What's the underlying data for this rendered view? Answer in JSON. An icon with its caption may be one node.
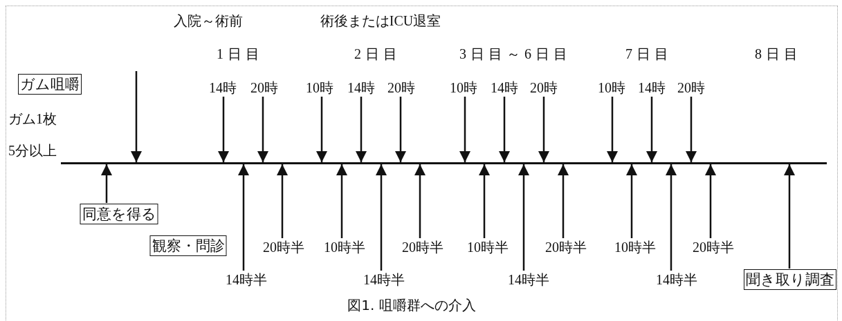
{
  "diagram": {
    "caption": "図1. 咀嚼群への介入",
    "nodes": [
      {
        "text": [
          "ガム咀嚼"
        ]
      },
      {
        "text": [],
        "shape": "line"
      },
      {
        "text": [
          "14時"
        ]
      },
      {
        "text": [
          "20時"
        ]
      },
      {
        "text": [
          "10時"
        ]
      },
      {
        "text": [
          "14時"
        ]
      },
      {
        "text": [
          "20時"
        ]
      },
      {
        "text": [
          "10時"
        ]
      },
      {
        "text": [
          "14時"
        ]
      },
      {
        "text": [
          "20時"
        ]
      },
      {
        "text": [
          "10時"
        ]
      },
      {
        "text": [
          "14時"
        ]
      },
      {
        "text": [
          "20時"
        ]
      },
      {
        "text": [
          "同意を得る"
        ]
      },
      {
        "text": [
          "20時半"
        ]
      },
      {
        "text": [
          "10時半"
        ]
      },
      {
        "text": [
          "20時半"
        ]
      },
      {
        "text": [
          "10時半"
        ]
      },
      {
        "text": [
          "20時半"
        ]
      },
      {
        "text": [
          "10時半"
        ]
      },
      {
        "text": [
          "20時半"
        ]
      },
      {
        "text": [
          "観察・問診"
        ]
      },
      {
        "text": [
          "14時半"
        ]
      },
      {
        "text": [
          "14時半"
        ]
      },
      {
        "text": [
          "14時半"
        ]
      },
      {
        "text": [
          "14時半"
        ]
      },
      {
        "text": [
          "聞き取り調査"
        ]
      }
    ],
    "edges": [
      {
        "from": null,
        "to": 1,
        "arrow": "to"
      },
      {
        "from": 2,
        "to": 1,
        "arrow": "to"
      },
      {
        "from": 3,
        "to": 1,
        "arrow": "to"
      },
      {
        "from": 4,
        "to": 1,
        "arrow": "to"
      },
      {
        "from": 5,
        "to": 1,
        "arrow": "to"
      },
      {
        "from": 6,
        "to": 1,
        "arrow": "to"
      },
      {
        "from": 7,
        "to": 1,
        "arrow": "to"
      },
      {
        "from": 8,
        "to": 1,
        "arrow": "to"
      },
      {
        "from": 9,
        "to": 1,
        "arrow": "to"
      },
      {
        "from": 10,
        "to": 1,
        "arrow": "to"
      },
      {
        "from": 11,
        "to": 1,
        "arrow": "to"
      },
      {
        "from": 12,
        "to": 1,
        "arrow": "to"
      },
      {
        "from": 13,
        "to": 1,
        "arrow": "to"
      },
      {
        "from": 22,
        "to": 1,
        "arrow": "to"
      },
      {
        "from": 14,
        "to": 1,
        "arrow": "to"
      },
      {
        "from": 15,
        "to": 1,
        "arrow": "to"
      },
      {
        "from": 23,
        "to": 1,
        "arrow": "to"
      },
      {
        "from": 16,
        "to": 1,
        "arrow": "to"
      },
      {
        "from": 17,
        "to": 1,
        "arrow": "to"
      },
      {
        "from": 24,
        "to": 1,
        "arrow": "to"
      },
      {
        "from": 18,
        "to": 1,
        "arrow": "to"
      },
      {
        "from": 19,
        "to": 1,
        "arrow": "to"
      },
      {
        "from": 25,
        "to": 1,
        "arrow": "to"
      },
      {
        "from": 20,
        "to": 1,
        "arrow": "to"
      },
      {
        "from": 26,
        "to": 1,
        "arrow": "to"
      }
    ],
    "labels": [
      "入院～術前",
      "術後またはICU退室",
      "1日目",
      "2日目",
      "3日目～6日目",
      "7日目",
      "8日目",
      "ガム1枚",
      "5分以上"
    ]
  }
}
